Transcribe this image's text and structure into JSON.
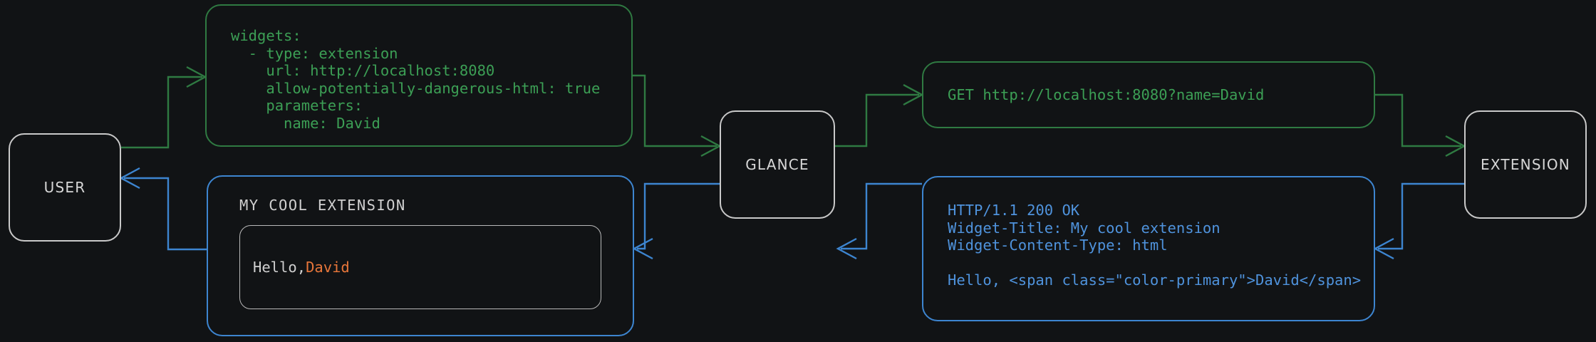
{
  "diagram": {
    "background": "#111315",
    "colors": {
      "request_green": "#3c9f55",
      "request_green_border": "#2f7a42",
      "response_blue": "#4f93dd",
      "response_blue_border": "#3d85d0",
      "node_border": "#c9c9c9",
      "node_text": "#d7d7d7",
      "accent_orange": "#e8763a"
    }
  },
  "nodes": {
    "user": {
      "label": "USER"
    },
    "glance": {
      "label": "GLANCE"
    },
    "extension": {
      "label": "EXTENSION"
    }
  },
  "panels": {
    "yaml_config": {
      "text": "widgets:\n  - type: extension\n    url: http://localhost:8080\n    allow-potentially-dangerous-html: true\n    parameters:\n      name: David"
    },
    "http_request": {
      "text": "GET http://localhost:8080?name=David"
    },
    "http_response": {
      "text": "HTTP/1.1 200 OK\nWidget-Title: My cool extension\nWidget-Content-Type: html\n\nHello, <span class=\"color-primary\">David</span>"
    },
    "rendered_widget": {
      "title": "MY COOL EXTENSION",
      "body_prefix": "Hello, ",
      "body_name": "David"
    }
  }
}
